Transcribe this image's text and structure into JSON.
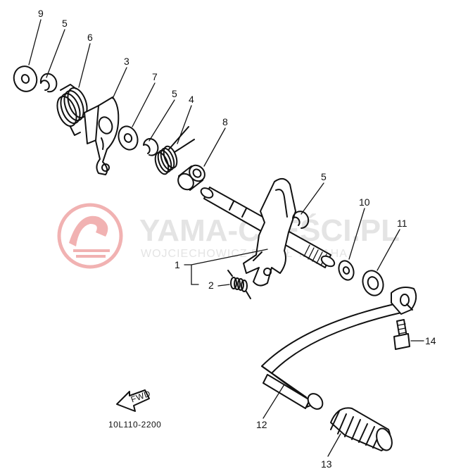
{
  "watermark": {
    "brand": "YAMA-CZĘŚCI.PL",
    "subtitle": "WOJCIECHOWICZ PAWEŁ YAMAHA",
    "logo_color": "#f1b2b2"
  },
  "diagram_code": "10L110-2200",
  "fwd_label": "FWD",
  "callouts": {
    "c9": "9",
    "c5a": "5",
    "c6": "6",
    "c3": "3",
    "c7": "7",
    "c5b": "5",
    "c4": "4",
    "c8": "8",
    "c5c": "5",
    "c10": "10",
    "c11": "11",
    "c1": "1",
    "c2": "2",
    "c14": "14",
    "c12": "12",
    "c13": "13"
  }
}
